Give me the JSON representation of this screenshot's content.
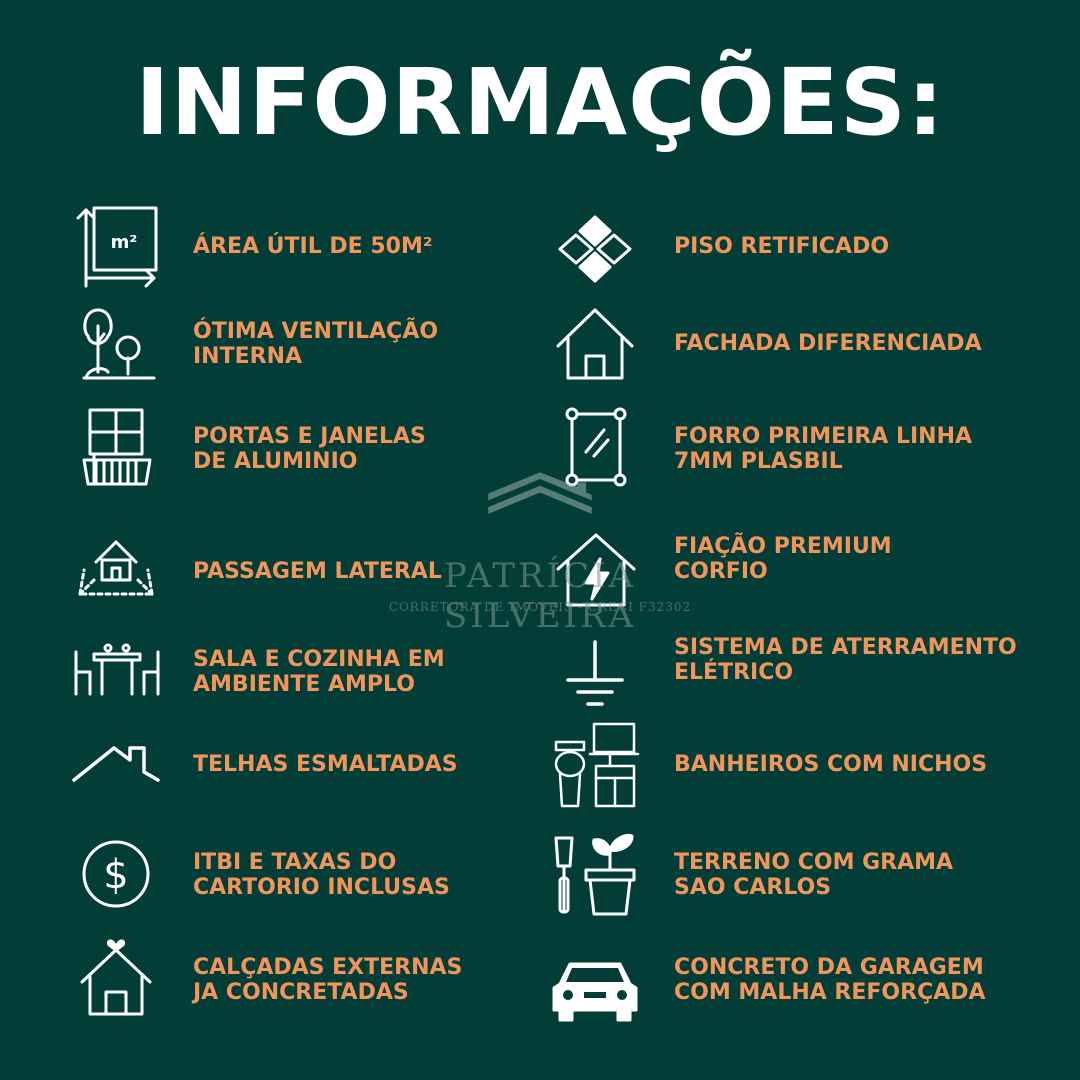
{
  "title": "INFORMAÇÕES:",
  "icons": {
    "area": "area-m2-icon",
    "tree": "tree-icon",
    "window": "window-icon",
    "lateral": "house-lateral-icon",
    "dining": "dining-table-icon",
    "roof": "roof-icon",
    "dollar": "dollar-icon",
    "heart_house": "heart-house-icon",
    "tiles": "tiles-icon",
    "house": "house-icon",
    "ceiling": "ceiling-panel-icon",
    "electric": "electric-house-icon",
    "ground": "ground-icon",
    "bathroom": "bathroom-icon",
    "garden": "garden-icon",
    "car": "car-icon"
  },
  "left": [
    {
      "label": "ÁREA ÚTIL DE 50M²"
    },
    {
      "label": "ÓTIMA VENTILAÇÃO\nINTERNA"
    },
    {
      "label": "PORTAS E JANELAS\nDE ALUMINIO"
    },
    {
      "label": "PASSAGEM LATERAL"
    },
    {
      "label": "SALA E COZINHA EM\nAMBIENTE AMPLO"
    },
    {
      "label": "TELHAS ESMALTADAS"
    },
    {
      "label": "ITBI E TAXAS DO\nCARTORIO INCLUSAS"
    },
    {
      "label": "CALÇADAS EXTERNAS\nJA CONCRETADAS"
    }
  ],
  "right": [
    {
      "label": "PISO RETIFICADO"
    },
    {
      "label": "FACHADA DIFERENCIADA"
    },
    {
      "label": "FORRO PRIMEIRA LINHA\n7MM PLASBIL"
    },
    {
      "label": "FIAÇÃO PREMIUM\nCORFIO"
    },
    {
      "label": "SISTEMA DE ATERRAMENTO\nELÉTRICO"
    },
    {
      "label": "BANHEIROS COM NICHOS"
    },
    {
      "label": "TERRENO COM GRAMA\nSAO CARLOS"
    },
    {
      "label": "CONCRETO DA GARAGEM\nCOM MALHA REFORÇADA"
    }
  ],
  "watermark": {
    "name": "PATRÍCIA SILVEIRA",
    "subtitle": "CORRETORA DE IMÓVEIS - CRECI F32302"
  },
  "colors": {
    "background": "#023e37",
    "title": "#ffffff",
    "label": "#f2955a",
    "icon": "#ffffff"
  }
}
